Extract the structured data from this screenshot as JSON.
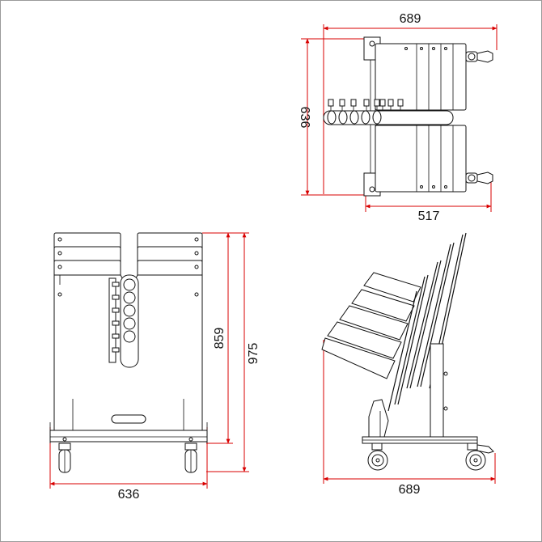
{
  "dimensions": {
    "top_width": "689",
    "top_depth": "636",
    "top_wheelbase": "517",
    "front_width": "636",
    "front_height": "859",
    "front_total_height": "975",
    "side_depth": "689"
  },
  "colors": {
    "dimension_line": "#d80000",
    "outline": "#111111",
    "frame_border": "#9a9a9a"
  }
}
